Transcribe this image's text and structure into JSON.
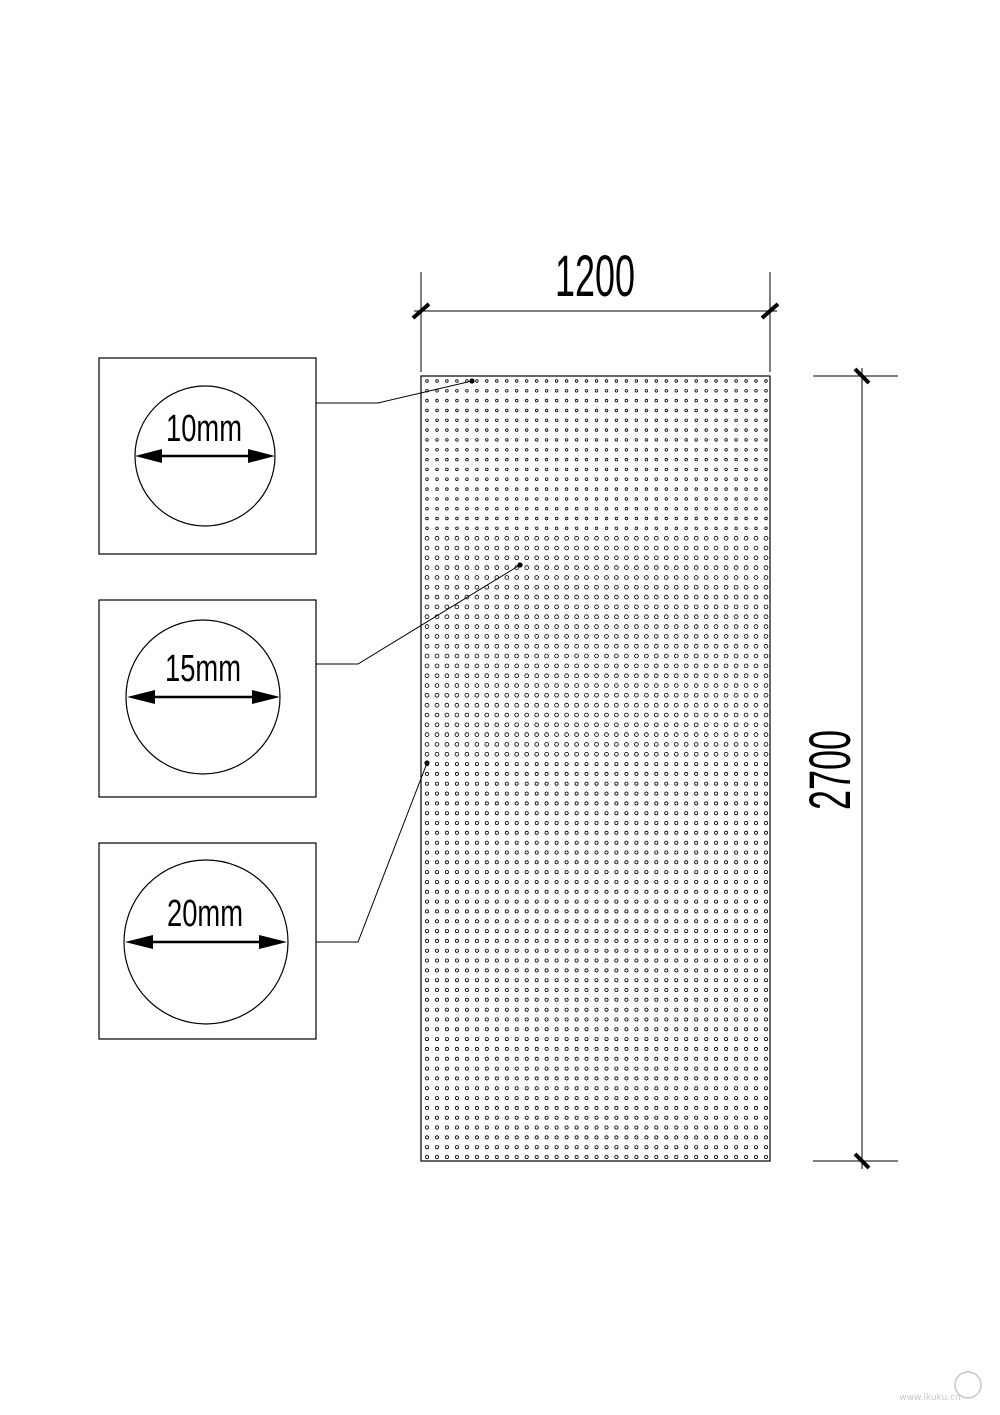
{
  "dimensions": {
    "width_label": "1200",
    "height_label": "2700"
  },
  "details": [
    {
      "label": "10mm"
    },
    {
      "label": "15mm"
    },
    {
      "label": "20mm"
    }
  ],
  "watermark": {
    "text": "www.ikuku.cn"
  },
  "colors": {
    "line": "#000000",
    "background": "#ffffff"
  }
}
